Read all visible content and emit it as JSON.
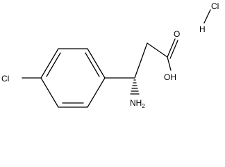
{
  "structure": {
    "atoms": {
      "ring_chlorine": "Cl",
      "carbonyl_oxygen": "O",
      "hydroxyl": "OH",
      "amino": "NH",
      "amino_subscript": "2",
      "hcl_chlorine": "Cl",
      "hcl_hydrogen": "H"
    },
    "stereo_bond": "hashed-wedge"
  }
}
